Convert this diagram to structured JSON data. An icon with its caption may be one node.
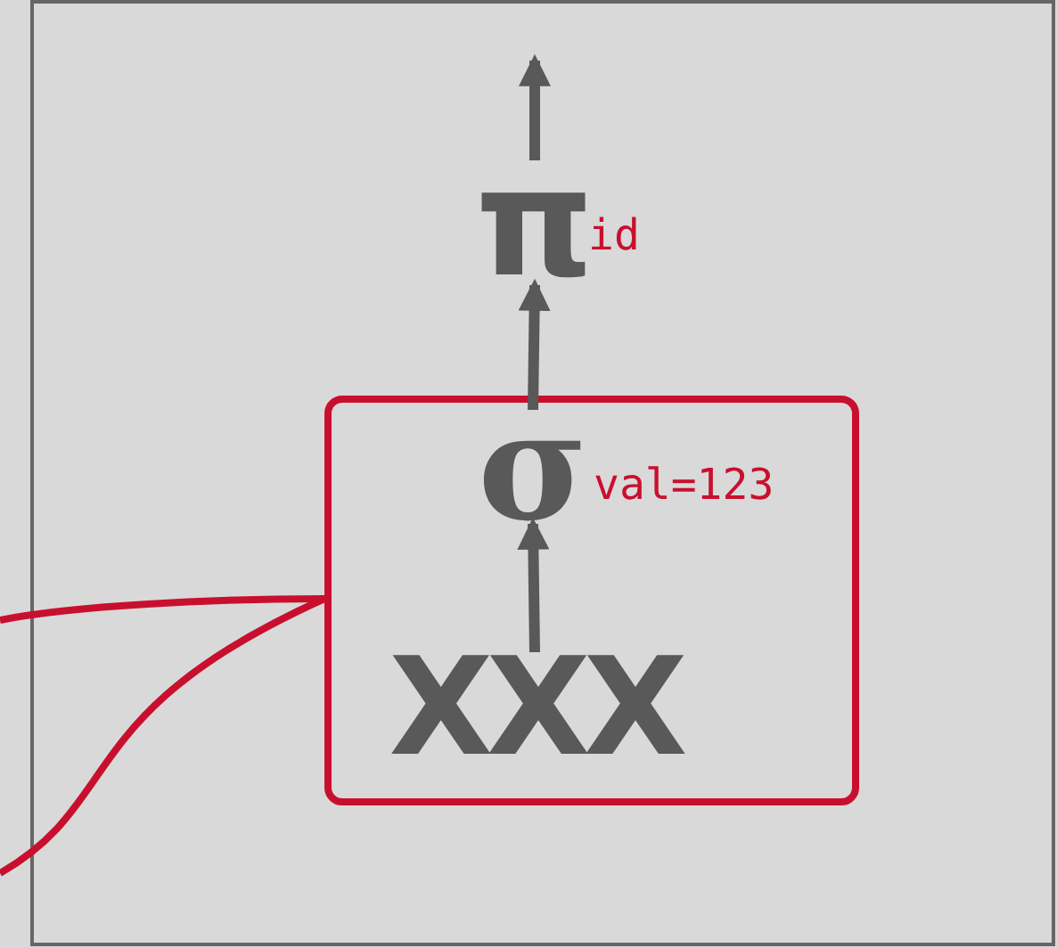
{
  "diagram": {
    "nodes": [
      {
        "text": [],
        "shape": "box"
      },
      {
        "text": [
          "π"
        ],
        "beside": [
          "id"
        ],
        "in": 0
      },
      {
        "text": [],
        "shape": "box",
        "in": 0
      },
      {
        "text": [
          "σ"
        ],
        "beside": [
          "val=123"
        ],
        "in": 2
      },
      {
        "text": [
          "XXX"
        ],
        "in": 2
      }
    ],
    "edges": [
      {
        "from": 4,
        "to": 3,
        "arrow": "to"
      },
      {
        "from": 3,
        "to": 1,
        "arrow": "to"
      },
      {
        "from": 1,
        "to": null,
        "arrow": "to"
      },
      {
        "from": null,
        "to": 2,
        "arrow": "none",
        "color": "#c8102e"
      },
      {
        "from": null,
        "to": 2,
        "arrow": "none",
        "color": "#c8102e"
      }
    ]
  }
}
